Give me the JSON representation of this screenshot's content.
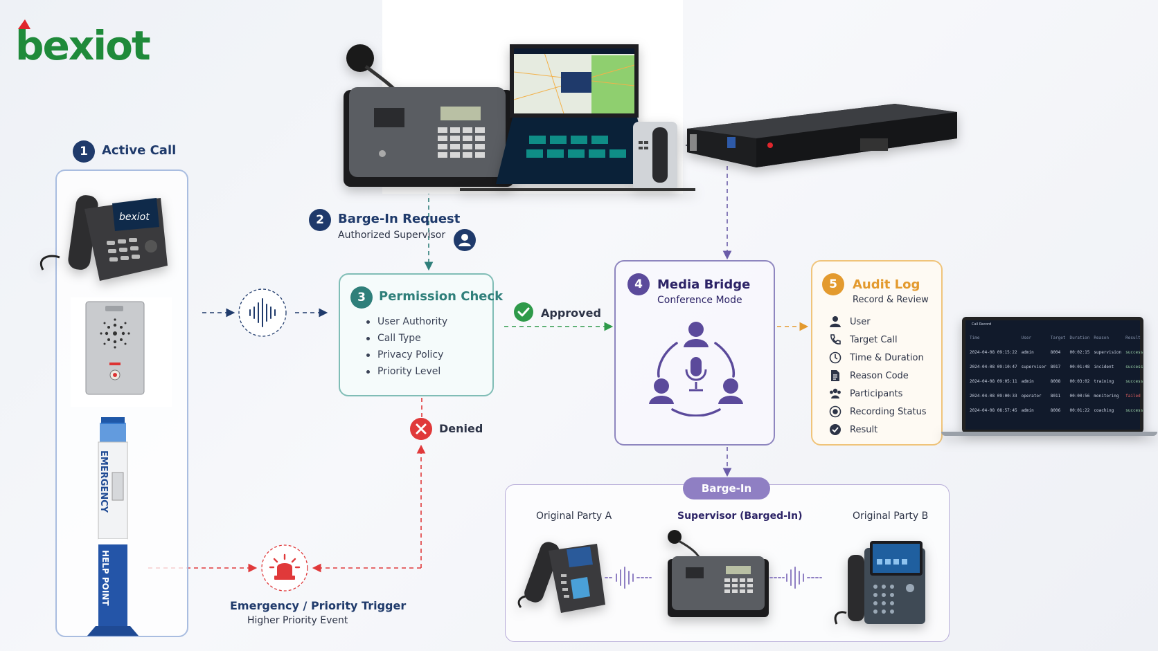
{
  "brand": {
    "logo_text": "bexiot"
  },
  "step1": {
    "num": "1",
    "title": "Active Call"
  },
  "step2": {
    "num": "2",
    "title": "Barge-In Request",
    "subtitle": "Authorized Supervisor"
  },
  "step3": {
    "num": "3",
    "title": "Permission Check",
    "items": [
      "User Authority",
      "Call Type",
      "Privacy Policy",
      "Priority Level"
    ]
  },
  "step4": {
    "num": "4",
    "title": "Media Bridge",
    "subtitle": "Conference Mode"
  },
  "step5": {
    "num": "5",
    "title": "Audit Log",
    "subtitle": "Record & Review",
    "items": [
      "User",
      "Target Call",
      "Time & Duration",
      "Reason Code",
      "Participants",
      "Recording Status",
      "Result"
    ]
  },
  "approved": "Approved",
  "denied": "Denied",
  "emergency": {
    "title": "Emergency / Priority Trigger",
    "subtitle": "Higher Priority Event"
  },
  "bargein": {
    "pill": "Barge-In",
    "party_a": "Original Party A",
    "supervisor": "Supervisor (Barged-In)",
    "party_b": "Original Party B"
  },
  "devices": {
    "phone_brand": "bexiot",
    "pillar_top": "EMERGENCY",
    "pillar_bottom": "HELP POINT"
  },
  "screen": {
    "title": "Call Record",
    "headers": [
      "Time",
      "User",
      "Target",
      "Duration",
      "Reason",
      "Result"
    ],
    "rows": [
      [
        "2024-04-08 09:15:22",
        "admin",
        "8004",
        "00:02:15",
        "supervision",
        "success"
      ],
      [
        "2024-04-08 09:10:47",
        "supervisor",
        "8017",
        "00:01:48",
        "incident",
        "success"
      ],
      [
        "2024-04-08 09:05:11",
        "admin",
        "8008",
        "00:03:02",
        "training",
        "success"
      ],
      [
        "2024-04-08 09:00:33",
        "operator",
        "8011",
        "00:00:56",
        "monitoring",
        "failed"
      ],
      [
        "2024-04-08 08:57:45",
        "admin",
        "8006",
        "00:01:22",
        "coaching",
        "success"
      ]
    ]
  },
  "colors": {
    "navy": "#1f3a6b",
    "teal": "#3e8f8a",
    "purple": "#5b4a9b",
    "orange": "#e39a2e",
    "green": "#2f9a4a",
    "red": "#e0393a"
  }
}
